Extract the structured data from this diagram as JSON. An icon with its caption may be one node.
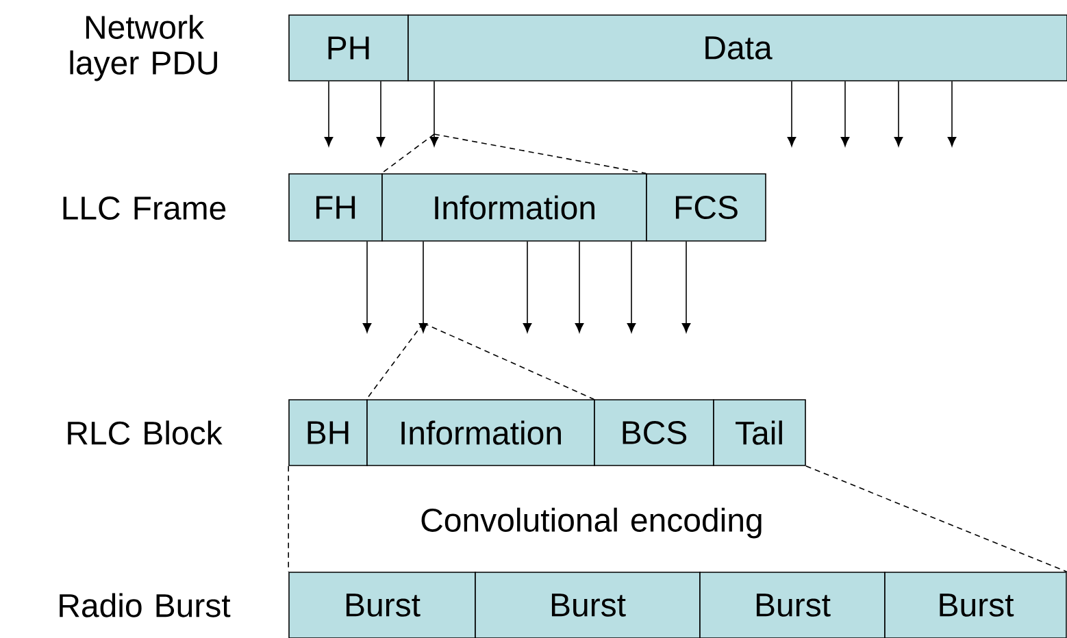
{
  "diagram": {
    "nodes": [
      {
        "text": [
          "PH"
        ]
      },
      {
        "text": [
          "Data"
        ]
      },
      {
        "text": [
          "FH"
        ]
      },
      {
        "text": [
          "Information"
        ]
      },
      {
        "text": [
          "FCS"
        ]
      },
      {
        "text": [
          "BH"
        ]
      },
      {
        "text": [
          "Information"
        ]
      },
      {
        "text": [
          "BCS"
        ]
      },
      {
        "text": [
          "Tail"
        ]
      },
      {
        "text": [
          "Burst"
        ]
      },
      {
        "text": [
          "Burst"
        ]
      },
      {
        "text": [
          "Burst"
        ]
      },
      {
        "text": [
          "Burst"
        ]
      }
    ],
    "edges": [
      {
        "from": 0,
        "to": null,
        "arrow": "to"
      },
      {
        "from": 0,
        "to": null,
        "arrow": "to"
      },
      {
        "from": 1,
        "to": null,
        "arrow": "to"
      },
      {
        "from": 1,
        "to": null,
        "arrow": "to"
      },
      {
        "from": 1,
        "to": null,
        "arrow": "to"
      },
      {
        "from": 1,
        "to": null,
        "arrow": "to"
      },
      {
        "from": 1,
        "to": null,
        "arrow": "to"
      },
      {
        "from": null,
        "to": 3,
        "arrow": "none",
        "style": "dashed"
      },
      {
        "from": null,
        "to": 4,
        "arrow": "none",
        "style": "dashed"
      },
      {
        "from": 2,
        "to": null,
        "arrow": "to"
      },
      {
        "from": 3,
        "to": null,
        "arrow": "to"
      },
      {
        "from": 3,
        "to": null,
        "arrow": "to"
      },
      {
        "from": 3,
        "to": null,
        "arrow": "to"
      },
      {
        "from": 3,
        "to": null,
        "arrow": "to"
      },
      {
        "from": 4,
        "to": null,
        "arrow": "to"
      },
      {
        "from": null,
        "to": 6,
        "arrow": "none",
        "style": "dashed"
      },
      {
        "from": null,
        "to": 7,
        "arrow": "none",
        "style": "dashed"
      },
      {
        "from": 5,
        "to": 9,
        "arrow": "none",
        "style": "dashed"
      },
      {
        "from": 8,
        "to": 12,
        "arrow": "none",
        "style": "dashed"
      }
    ],
    "labels": [
      "Network layer PDU",
      "LLC Frame",
      "RLC Block",
      "Convolutional encoding",
      "Radio Burst"
    ]
  }
}
